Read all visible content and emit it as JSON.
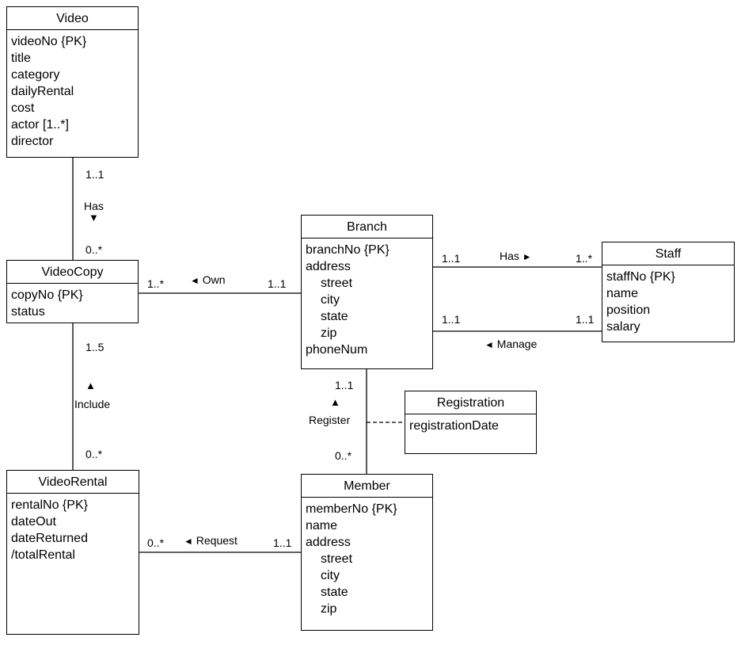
{
  "classes": {
    "video": {
      "name": "Video",
      "attributes": [
        {
          "text": "videoNo {PK}"
        },
        {
          "text": "title"
        },
        {
          "text": "category"
        },
        {
          "text": "dailyRental"
        },
        {
          "text": "cost"
        },
        {
          "text": "actor [1..*]"
        },
        {
          "text": "director"
        }
      ]
    },
    "videocopy": {
      "name": "VideoCopy",
      "attributes": [
        {
          "text": "copyNo {PK}"
        },
        {
          "text": "status"
        }
      ]
    },
    "videorental": {
      "name": "VideoRental",
      "attributes": [
        {
          "text": "rentalNo {PK}"
        },
        {
          "text": "dateOut"
        },
        {
          "text": "dateReturned"
        },
        {
          "text": "/totalRental"
        }
      ]
    },
    "branch": {
      "name": "Branch",
      "attributes": [
        {
          "text": "branchNo {PK}"
        },
        {
          "text": "address"
        },
        {
          "text": "street",
          "sub": true
        },
        {
          "text": "city",
          "sub": true
        },
        {
          "text": "state",
          "sub": true
        },
        {
          "text": "zip",
          "sub": true
        },
        {
          "text": "phoneNum"
        }
      ]
    },
    "staff": {
      "name": "Staff",
      "attributes": [
        {
          "text": "staffNo {PK}"
        },
        {
          "text": "name"
        },
        {
          "text": "position"
        },
        {
          "text": "salary"
        }
      ]
    },
    "registration": {
      "name": "Registration",
      "attributes": [
        {
          "text": "registrationDate"
        }
      ]
    },
    "member": {
      "name": "Member",
      "attributes": [
        {
          "text": "memberNo {PK}"
        },
        {
          "text": "name"
        },
        {
          "text": "address"
        },
        {
          "text": "street",
          "sub": true
        },
        {
          "text": "city",
          "sub": true
        },
        {
          "text": "state",
          "sub": true
        },
        {
          "text": "zip",
          "sub": true
        }
      ]
    }
  },
  "associations": {
    "video_has": {
      "name": "Has",
      "arrow": "▼",
      "mult_video": "1..1",
      "mult_copy": "0..*"
    },
    "own": {
      "name": "Own",
      "arrow": "◄",
      "mult_copy": "1..*",
      "mult_branch": "1..1"
    },
    "include": {
      "name": "Include",
      "arrow": "▲",
      "mult_copy": "1..5",
      "mult_rental": "0..*"
    },
    "request": {
      "name": "Request",
      "arrow": "◄",
      "mult_rental": "0..*",
      "mult_member": "1..1"
    },
    "branch_has": {
      "name": "Has",
      "arrow": "►",
      "mult_branch": "1..1",
      "mult_staff": "1..*"
    },
    "manage": {
      "name": "Manage",
      "arrow": "◄",
      "mult_branch": "1..1",
      "mult_staff": "1..1"
    },
    "register": {
      "name": "Register",
      "arrow": "▲",
      "mult_branch": "1..1",
      "mult_member": "0..*"
    }
  }
}
